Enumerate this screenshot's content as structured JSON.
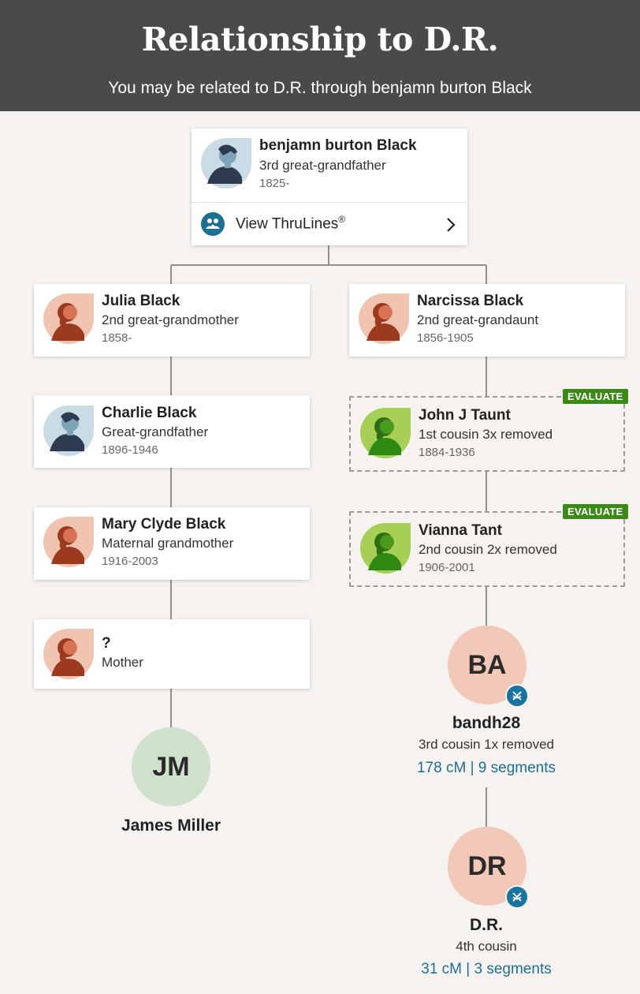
{
  "header": {
    "title": "Relationship to D.R.",
    "subtitle": "You may be related to D.R. through benjamn burton Black"
  },
  "ancestor": {
    "name": "benjamn burton Black",
    "relation": "3rd great-grandfather",
    "dates": "1825-",
    "avatar": "male-avatar-icon",
    "thrulines_label": "View ThruLines",
    "thrulines_mark": "®"
  },
  "left_line": [
    {
      "name": "Julia Black",
      "relation": "2nd great-grandmother",
      "dates": "1858-",
      "avatar": "female-avatar-icon"
    },
    {
      "name": "Charlie Black",
      "relation": "Great-grandfather",
      "dates": "1896-1946",
      "avatar": "male-avatar-icon"
    },
    {
      "name": "Mary Clyde Black",
      "relation": "Maternal grandmother",
      "dates": "1916-2003",
      "avatar": "female-avatar-icon"
    },
    {
      "name": "?",
      "relation": "Mother",
      "dates": "",
      "avatar": "female-avatar-icon"
    }
  ],
  "right_line": [
    {
      "name": "Narcissa Black",
      "relation": "2nd great-grandaunt",
      "dates": "1856-1905",
      "avatar": "female-avatar-icon",
      "badge": ""
    },
    {
      "name": "John J Taunt",
      "relation": "1st cousin 3x removed",
      "dates": "1884-1936",
      "avatar": "green-avatar-icon",
      "badge": "EVALUATE"
    },
    {
      "name": "Vianna Tant",
      "relation": "2nd cousin 2x removed",
      "dates": "1906-2001",
      "avatar": "green-avatar-icon",
      "badge": "EVALUATE"
    }
  ],
  "self": {
    "initials": "JM",
    "name": "James Miller"
  },
  "matches": [
    {
      "initials": "BA",
      "name": "bandh28",
      "relation": "3rd cousin 1x removed",
      "dna": "178 cM | 9 segments"
    },
    {
      "initials": "DR",
      "name": "D.R.",
      "relation": "4th cousin",
      "dna": "31 cM | 3 segments"
    }
  ],
  "colors": {
    "header_bg": "#4a4a4a",
    "page_bg": "#f5f2ef",
    "link_blue": "#1e6f95",
    "badge_green": "#3b8a16",
    "self_circle": "#cfe0cc",
    "match_circle": "#f2c8b8",
    "male_bg": "#c9dce5",
    "female_bg": "#f0c4b0",
    "green_bg": "#a8cf55"
  }
}
